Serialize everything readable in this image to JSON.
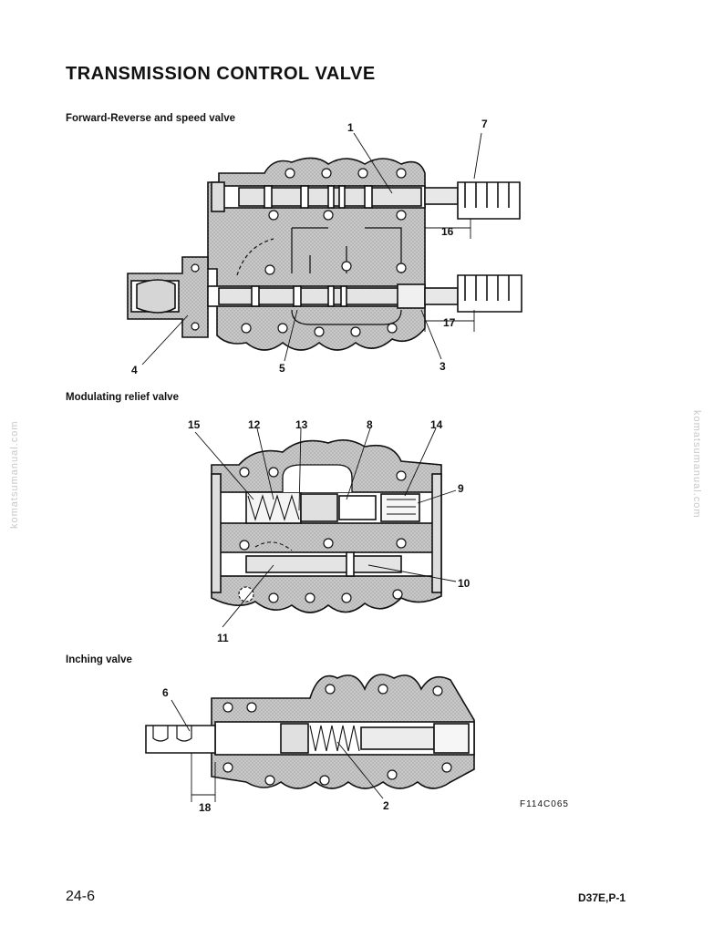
{
  "page": {
    "title": "TRANSMISSION CONTROL VALVE",
    "page_number": "24-6",
    "model_code": "D37E,P-1",
    "figure_code": "F114C065",
    "watermark": "komatsumanual.com"
  },
  "sections": [
    {
      "heading": "Forward-Reverse and speed valve",
      "callouts": [
        "1",
        "7",
        "16",
        "17",
        "3",
        "5",
        "4"
      ]
    },
    {
      "heading": "Modulating relief valve",
      "callouts": [
        "15",
        "12",
        "13",
        "8",
        "14",
        "9",
        "10",
        "11"
      ]
    },
    {
      "heading": "Inching valve",
      "callouts": [
        "6",
        "18",
        "2"
      ]
    }
  ],
  "colors": {
    "body_fill": "#c9c9c9",
    "line": "#111111",
    "bore_fill": "#ffffff"
  }
}
